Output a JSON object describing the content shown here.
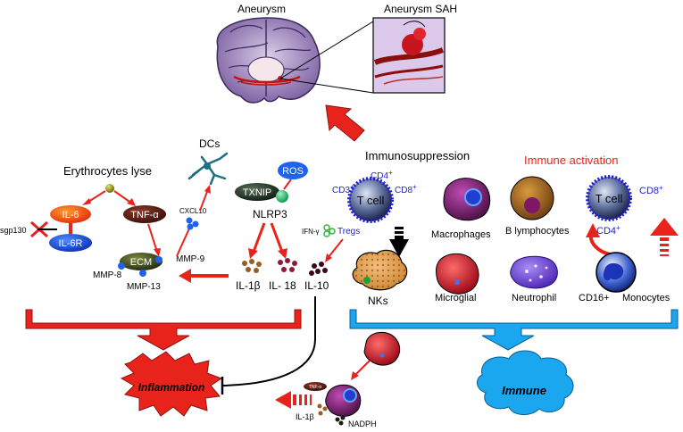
{
  "top": {
    "aneurysm": "Aneurysm",
    "aneurysm_sah": "Aneurysm SAH"
  },
  "left": {
    "dcs": "DCs",
    "erythrocytes_lyse": "Erythrocytes lyse",
    "il6": "IL-6",
    "il6r": "IL-6R",
    "sgp130": "sgp130",
    "tnf": "TNF-α",
    "cxcl10": "CXCL10",
    "ecm": "ECM",
    "mmp9": "MMP-9",
    "mmp8": "MMP-8",
    "mmp13": "MMP-13",
    "ros": "ROS",
    "txnip": "TXNIP",
    "nlrp3": "NLRP3",
    "il1b": "IL-1β",
    "il18": "IL- 18",
    "il10": "IL-10",
    "ifn": "IFN-γ",
    "tregs": "Tregs"
  },
  "middle": {
    "immunosuppression": "Immunosuppression",
    "tcell": "T cell",
    "cd3": "CD3",
    "cd4": "CD4",
    "cd8": "CD8",
    "plus": "+",
    "nks": "NKs"
  },
  "right": {
    "immune_activation": "Immune activation",
    "macrophages": "Macrophages",
    "b_lymphocytes": "B lymphocytes",
    "tcell": "T cell",
    "cd8": "CD8",
    "cd4": "CD4",
    "plus": "+",
    "microglial": "Microglial",
    "neutrophil": "Neutrophil",
    "cd16": "CD16+",
    "monocytes": "Monocytes"
  },
  "bottom": {
    "inflammation": "Inflammation",
    "immune": "Immune",
    "tnf_small": "TNF-α",
    "il1b_small": "IL-1β",
    "nadph": "NADPH"
  },
  "colors": {
    "red": "#e8231b",
    "blue": "#1aa7f0",
    "dark_red": "#8b1414",
    "text_blue": "#1f1fd1"
  }
}
